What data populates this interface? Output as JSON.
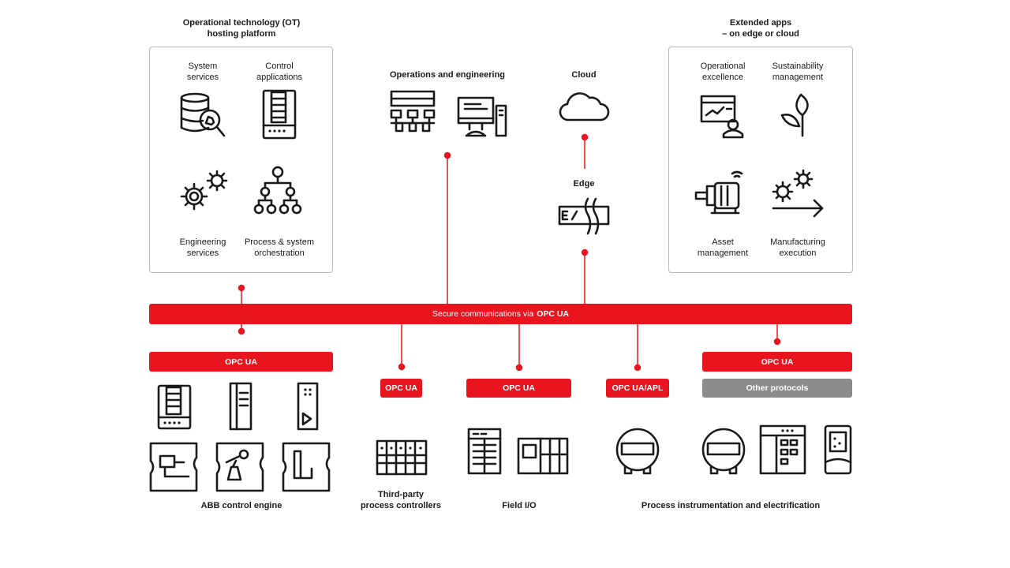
{
  "ot_platform": {
    "title": "Operational technology (OT)\nhosting platform",
    "items": [
      {
        "label": "System\nservices",
        "icon": "database-search-icon"
      },
      {
        "label": "Control\napplications",
        "icon": "control-cabinet-icon"
      },
      {
        "label": "Engineering\nservices",
        "icon": "gears-icon"
      },
      {
        "label": "Process & system\norchestration",
        "icon": "hierarchy-icon"
      }
    ]
  },
  "operations": {
    "title": "Operations and engineering",
    "icons": [
      "control-room-icon",
      "workstation-icon"
    ]
  },
  "cloud": {
    "title": "Cloud",
    "icon": "cloud-icon"
  },
  "edge": {
    "title": "Edge",
    "icon": "edge-device-icon"
  },
  "extended_apps": {
    "title": "Extended apps\n– on edge or cloud",
    "items": [
      {
        "label": "Operational\nexcellence",
        "icon": "dashboard-user-icon"
      },
      {
        "label": "Sustainability\nmanagement",
        "icon": "leaf-icon"
      },
      {
        "label": "Asset\nmanagement",
        "icon": "motor-wireless-icon"
      },
      {
        "label": "Manufacturing\nexecution",
        "icon": "gears-arrow-icon"
      }
    ]
  },
  "bus": {
    "prefix": "Secure communications via",
    "protocol": "OPC UA"
  },
  "groups": [
    {
      "protocol": "OPC UA",
      "label": "ABB control engine"
    },
    {
      "protocol": "OPC UA",
      "label": "Third-party\nprocess controllers"
    },
    {
      "protocol": "OPC UA",
      "label": "Field I/O"
    },
    {
      "protocol": "OPC UA/APL",
      "label": ""
    },
    {
      "protocol": "OPC UA",
      "secondary_protocol": "Other protocols",
      "label": "Process instrumentation and electrification"
    }
  ],
  "colors": {
    "accent": "#e8151e",
    "secondary": "#8c8c8c",
    "panel_border": "#b9b9b9"
  }
}
